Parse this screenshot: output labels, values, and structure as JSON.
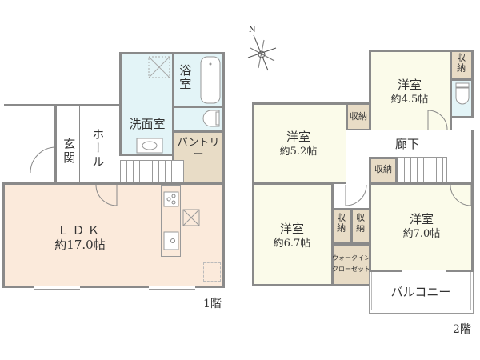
{
  "compass": {
    "north_label": "N"
  },
  "floor1": {
    "floor_label": "1階",
    "rooms": {
      "bath": "浴室",
      "washroom": "洗面室",
      "hall": "ホール",
      "entrance": "玄関",
      "pantry": "パントリー",
      "ldk": {
        "name": "ＬＤＫ",
        "size": "約17.0帖"
      }
    }
  },
  "floor2": {
    "floor_label": "2階",
    "rooms": {
      "western_45": {
        "name": "洋室",
        "size": "約4.5帖"
      },
      "western_52": {
        "name": "洋室",
        "size": "約5.2帖"
      },
      "western_67": {
        "name": "洋室",
        "size": "約6.7帖"
      },
      "western_70": {
        "name": "洋室",
        "size": "約7.0帖"
      },
      "corridor": "廊下",
      "storage": "収納",
      "walk_in_closet_line1": "ウォークイン",
      "walk_in_closet_line2": "クローゼット",
      "balcony": "バルコニー"
    }
  },
  "colors": {
    "wall": "#8a8a8a",
    "ldk": "#fbeadb",
    "wet": "#e3f4f7",
    "storage": "#e8dcc6",
    "bedroom": "#fbfbea",
    "white": "#ffffff"
  }
}
